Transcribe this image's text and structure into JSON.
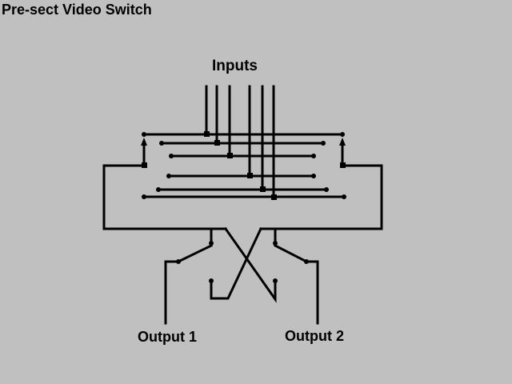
{
  "title": "Pre-sect Video Switch",
  "labels": {
    "inputs": "Inputs",
    "output_1": "Output 1",
    "output_2": "Output 2"
  },
  "colors": {
    "background": "#c0c0c0",
    "line": "#000000"
  }
}
